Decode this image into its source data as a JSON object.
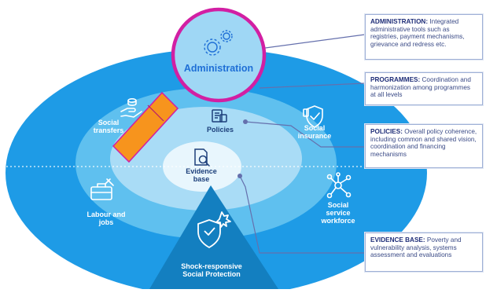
{
  "colors": {
    "outer_ring": "#1e9be6",
    "mid_ring": "#5fc0ef",
    "inner_ring": "#a9dcf6",
    "center": "#e8f6fd",
    "triangle": "#137fc0",
    "magnifier_ring": "#d21fa3",
    "magnifier_fill": "#9fd7f5",
    "handle": "#f7941d",
    "callout_line": "#6570ad"
  },
  "diagram": {
    "magnifier_label": "Administration",
    "sectors": {
      "social_transfers": [
        "Social",
        "transfers"
      ],
      "social_insurance": [
        "Social",
        "insurance"
      ],
      "labour_jobs": [
        "Labour and",
        "jobs"
      ],
      "social_service_workforce": [
        "Social",
        "service",
        "workforce"
      ]
    },
    "policies": "Policies",
    "evidence_base": [
      "Evidence",
      "base"
    ],
    "shock_responsive": [
      "Shock-responsive",
      "Social Protection"
    ]
  },
  "callouts": [
    {
      "title": "ADMINISTRATION:",
      "text": "Integrated administrative tools such as registries, payment mechanisms, grievance and redress etc."
    },
    {
      "title": "PROGRAMMES:",
      "text": "Coordination and harmonization among programmes at all levels"
    },
    {
      "title": "POLICIES:",
      "text": "Overall policy coherence, including common and shared vision, coordination and financing mechanisms"
    },
    {
      "title": "EVIDENCE BASE:",
      "text": "Poverty and vulnerability analysis, systems assessment and evaluations"
    }
  ]
}
